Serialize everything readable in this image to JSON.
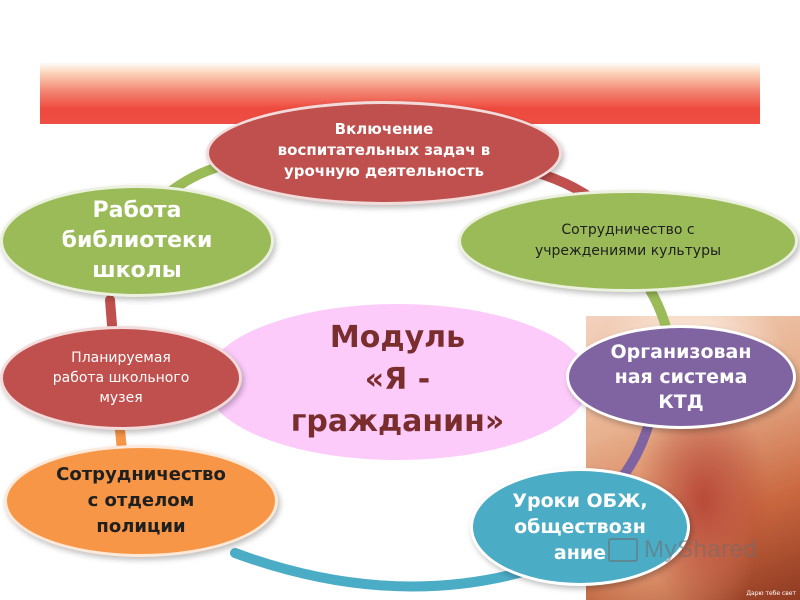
{
  "center_label": "Модуль\n«Я -\nгражданин»",
  "nodes": {
    "lesson_tasks": "Включение\nвоспитательных задач в\nурочную деятельность",
    "culture": "Сотрудничество с\nучреждениями культуры",
    "ktd": "Организован\nная система\nКТД",
    "obzh": "Уроки ОБЖ,\nобществозн\nание",
    "police": "Сотрудничество\nс отделом\nполиции",
    "museum": "Планируемая\nработа школьного\nмузея",
    "library": "Работа\nбиблиотеки\nшколы"
  },
  "watermark": "MyShared",
  "photo_caption": "Дарю тебе свет",
  "colors": {
    "red": "#c0504d",
    "green": "#9bbb59",
    "purple": "#8064a2",
    "teal": "#4bacc6",
    "orange": "#f79646",
    "center": "#fccbfa"
  }
}
